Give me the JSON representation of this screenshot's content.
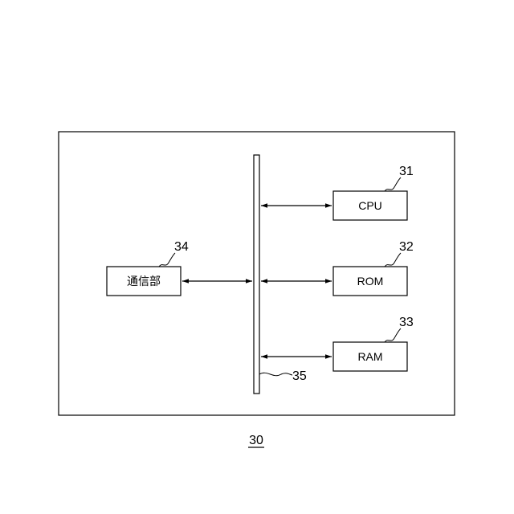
{
  "figure_number": "30",
  "bus": {
    "ref": "35"
  },
  "blocks": [
    {
      "id": "cpu",
      "label": "CPU",
      "ref": "31"
    },
    {
      "id": "rom",
      "label": "ROM",
      "ref": "32"
    },
    {
      "id": "ram",
      "label": "RAM",
      "ref": "33"
    },
    {
      "id": "comm",
      "label": "通信部",
      "ref": "34"
    }
  ]
}
